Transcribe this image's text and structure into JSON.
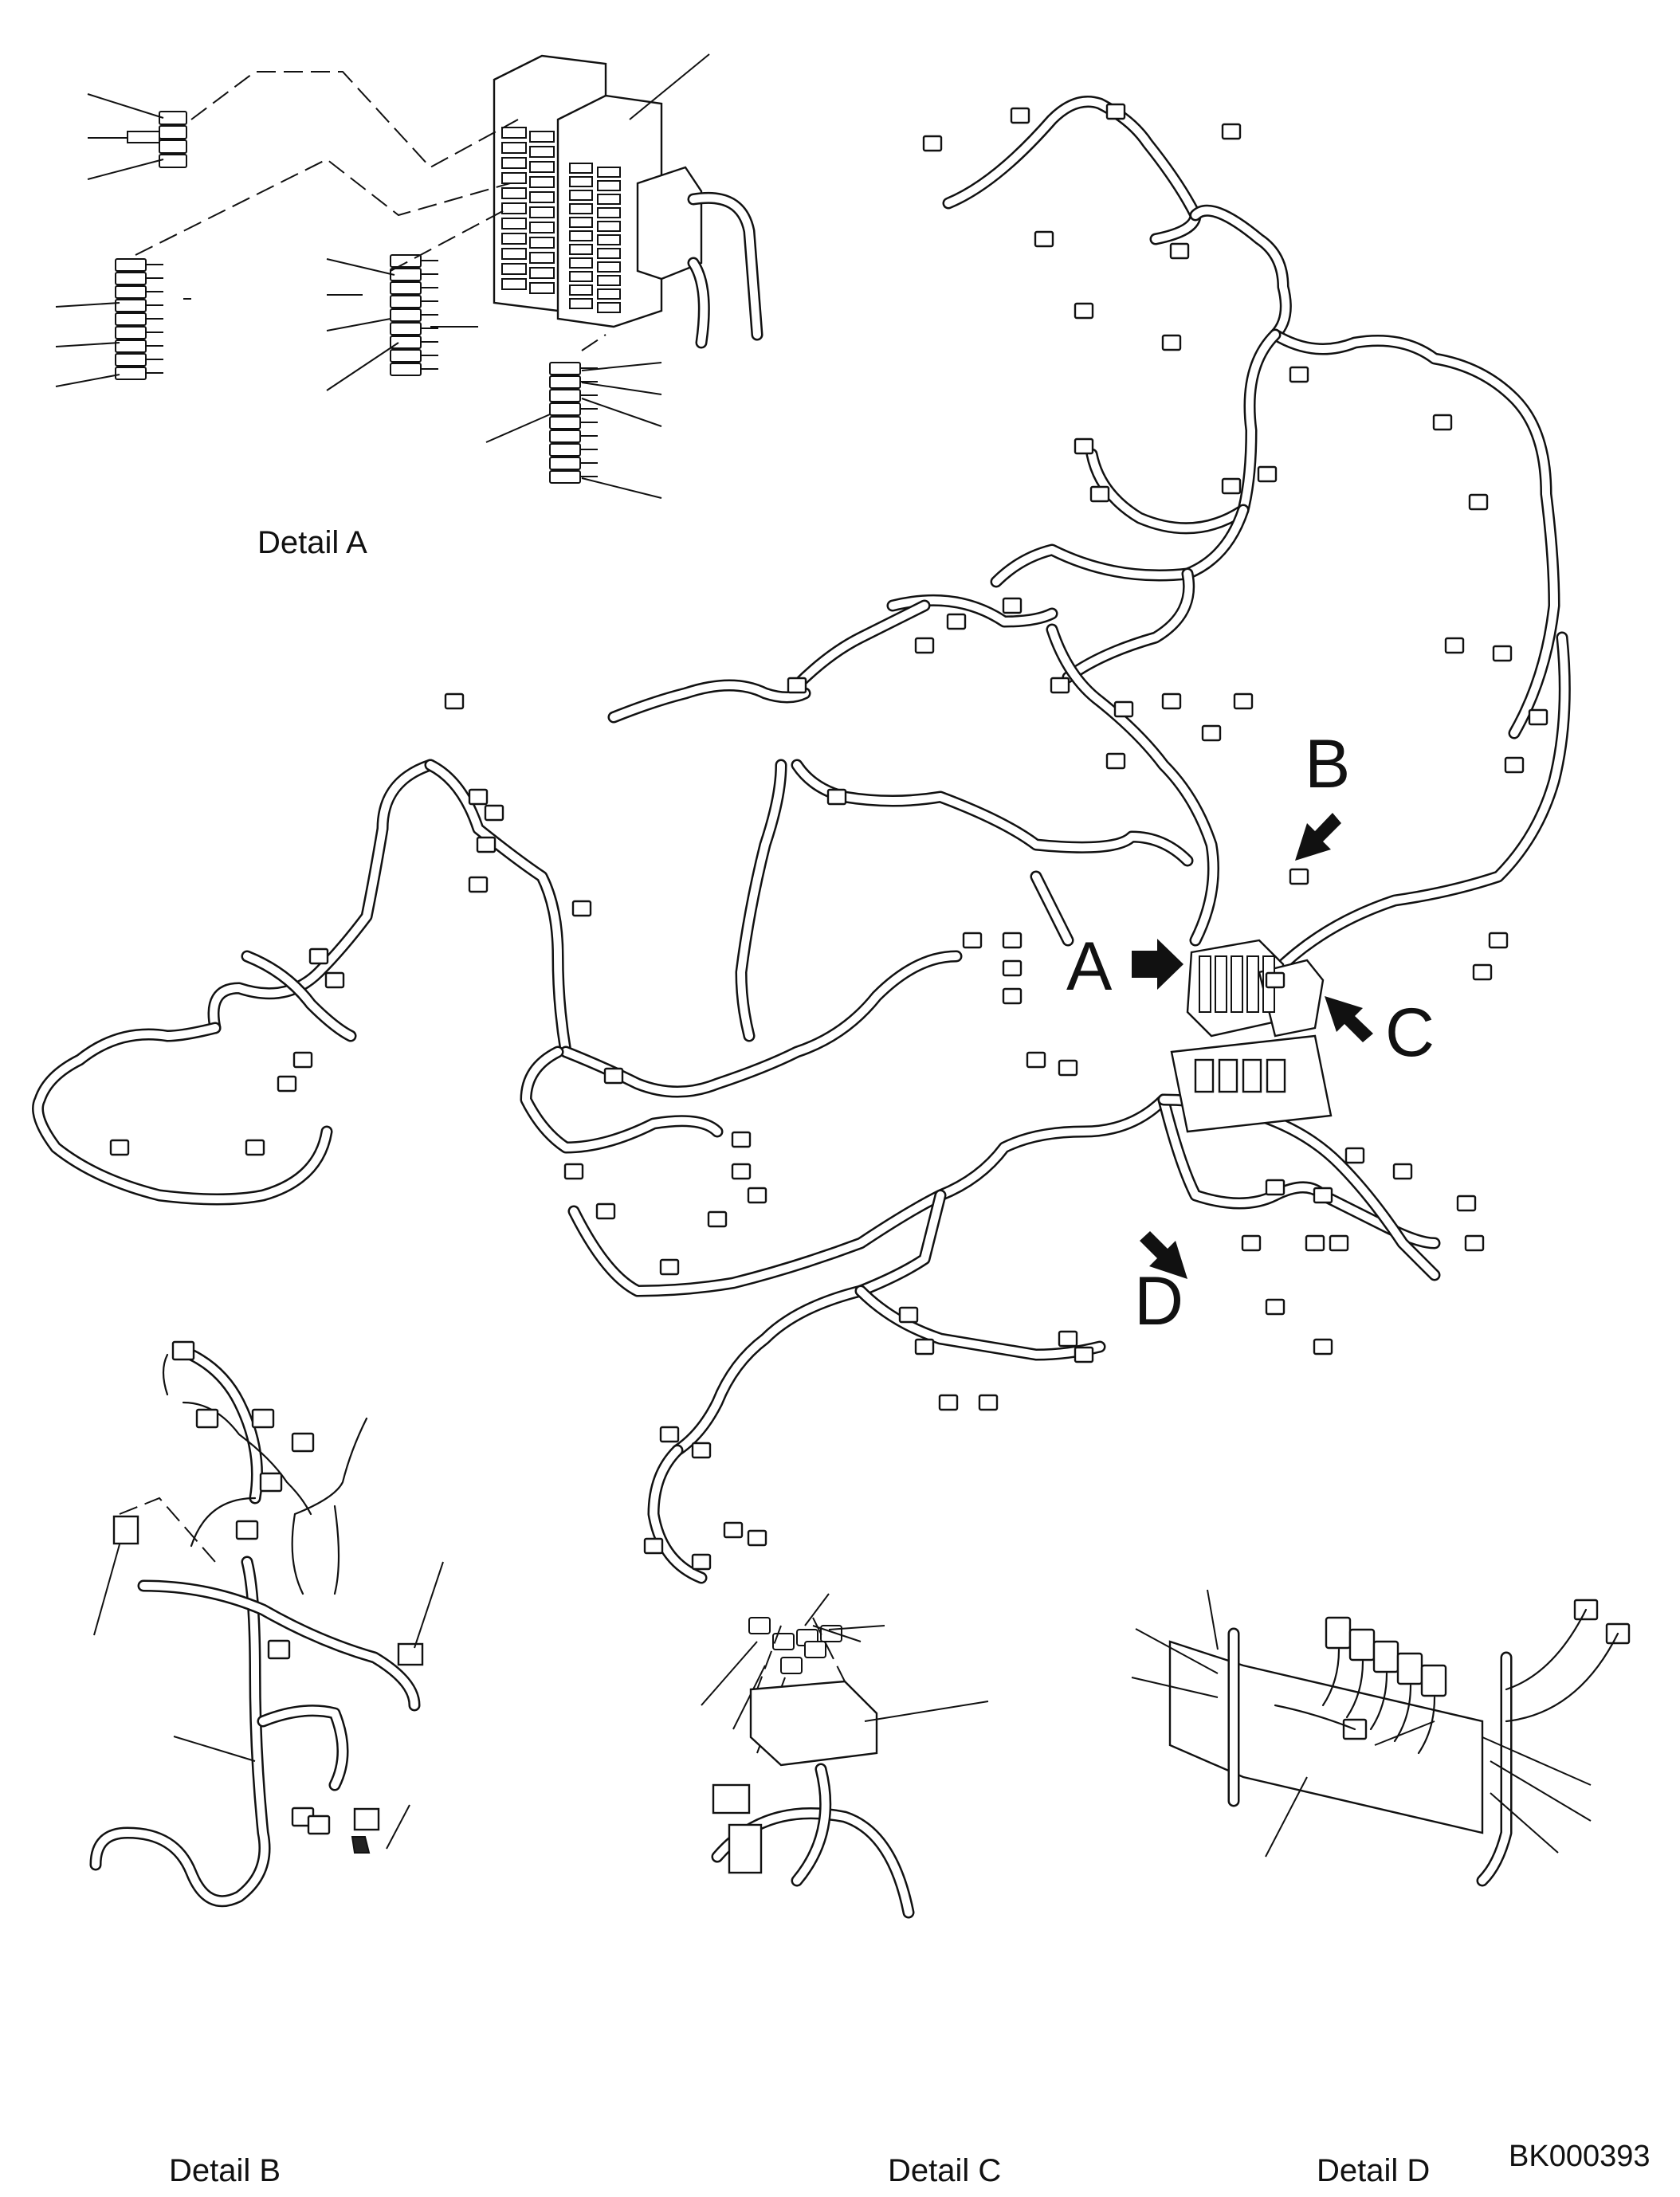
{
  "callouts": {
    "a": "A",
    "b": "B",
    "c": "C",
    "d": "D"
  },
  "captions": {
    "detail_a": "Detail A",
    "detail_b": "Detail B",
    "detail_c": "Detail C",
    "detail_d": "Detail D"
  },
  "drawing_code": "BK000393"
}
